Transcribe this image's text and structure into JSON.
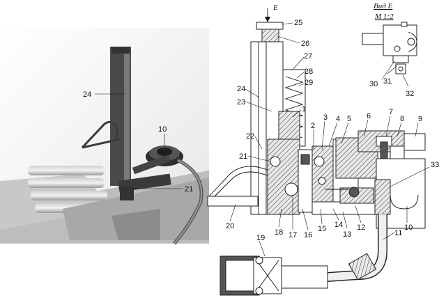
{
  "photo_labels": {
    "l24": "24",
    "l10": "10",
    "l21": "21"
  },
  "drawing_labels": {
    "view_arrow": "E",
    "l25": "25",
    "l26": "26",
    "l27": "27",
    "l28": "28",
    "l29": "29",
    "l24": "24",
    "l23": "23",
    "l1": "1",
    "l22": "22",
    "l21": "21",
    "l2": "2",
    "l3": "3",
    "l4": "4",
    "l5": "5",
    "l6": "6",
    "l7": "7",
    "l8": "8",
    "l9": "9",
    "l33": "33",
    "l20": "20",
    "l18": "18",
    "l17": "17",
    "l16": "16",
    "l15": "15",
    "l14": "14",
    "l13": "13",
    "l12": "12",
    "l11": "11",
    "l10": "10",
    "l19": "19"
  },
  "view_inset": {
    "title": "Вид E",
    "scale": "М 1:2",
    "l30": "30",
    "l31": "31",
    "l32": "32"
  }
}
